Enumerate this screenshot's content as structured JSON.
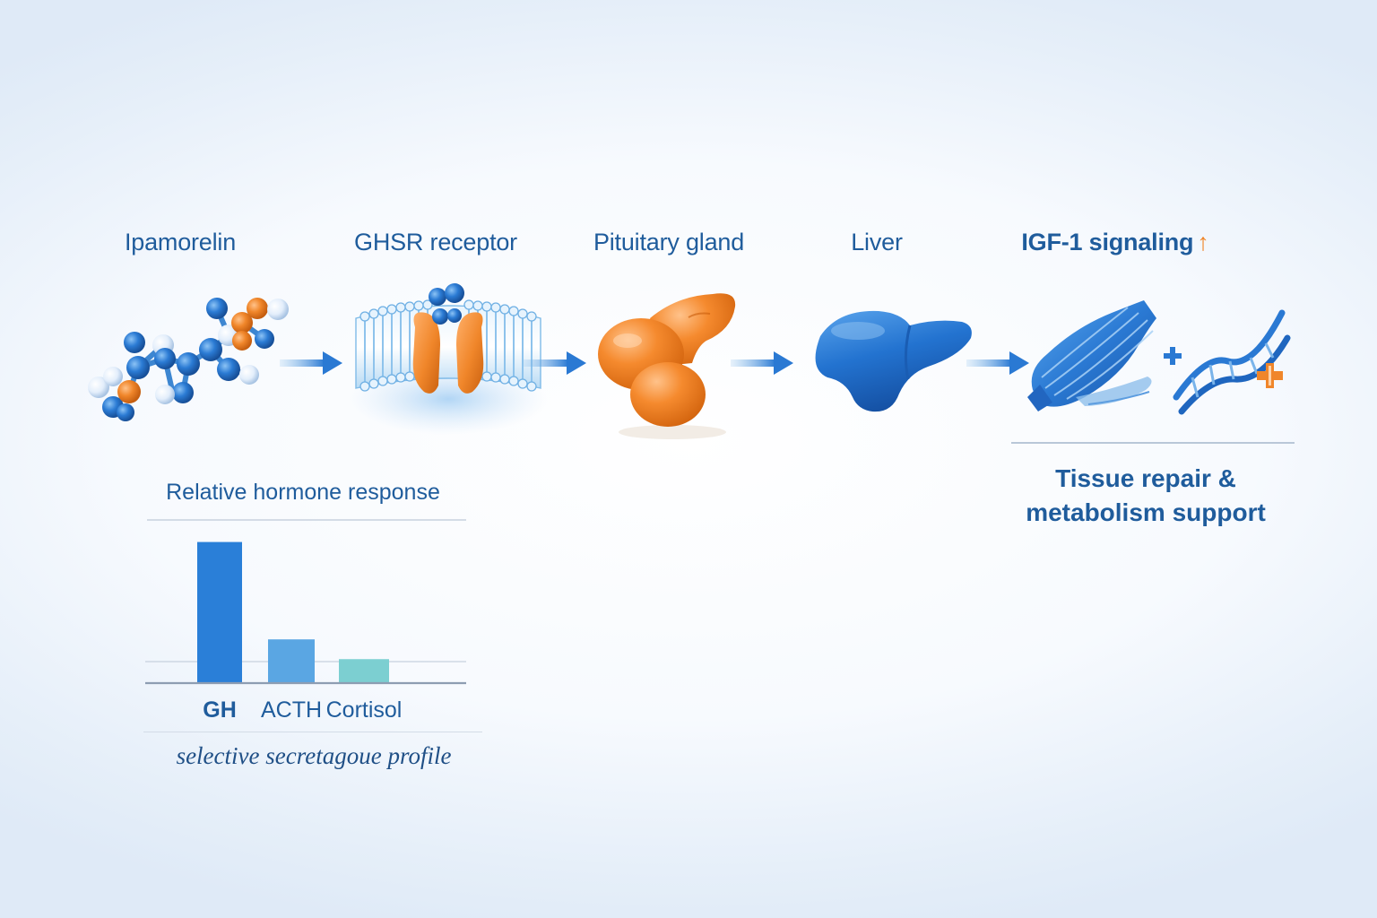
{
  "stages": [
    {
      "label": "Ipamorelin",
      "icon": "peptide-molecule-icon"
    },
    {
      "label": "GHSR receptor",
      "icon": "membrane-receptor-icon"
    },
    {
      "label": "Pituitary gland",
      "icon": "pituitary-gland-icon"
    },
    {
      "label": "Liver",
      "icon": "liver-icon"
    },
    {
      "label": "IGF-1 signaling",
      "icon": "muscle-dna-icon",
      "indicator": "↑"
    }
  ],
  "outcome": {
    "line1": "Tissue repair &",
    "line2": "metabolism support"
  },
  "colors": {
    "primary_blue": "#2a79d3",
    "accent_orange": "#f0862a",
    "text_blue": "#1f5c9c",
    "cortisol_teal": "#7ccfd1"
  },
  "chart_data": {
    "type": "bar",
    "title": "Relative hormone response",
    "categories": [
      "GH",
      "ACTH",
      "Cortisol"
    ],
    "values": [
      1.0,
      0.31,
      0.17
    ],
    "colors": [
      "#2a7fd8",
      "#5aa6e3",
      "#7ccfd1"
    ],
    "caption": "selective secretagoue profile",
    "ylim": [
      0,
      1.08
    ],
    "grid": false,
    "legend": "none"
  }
}
